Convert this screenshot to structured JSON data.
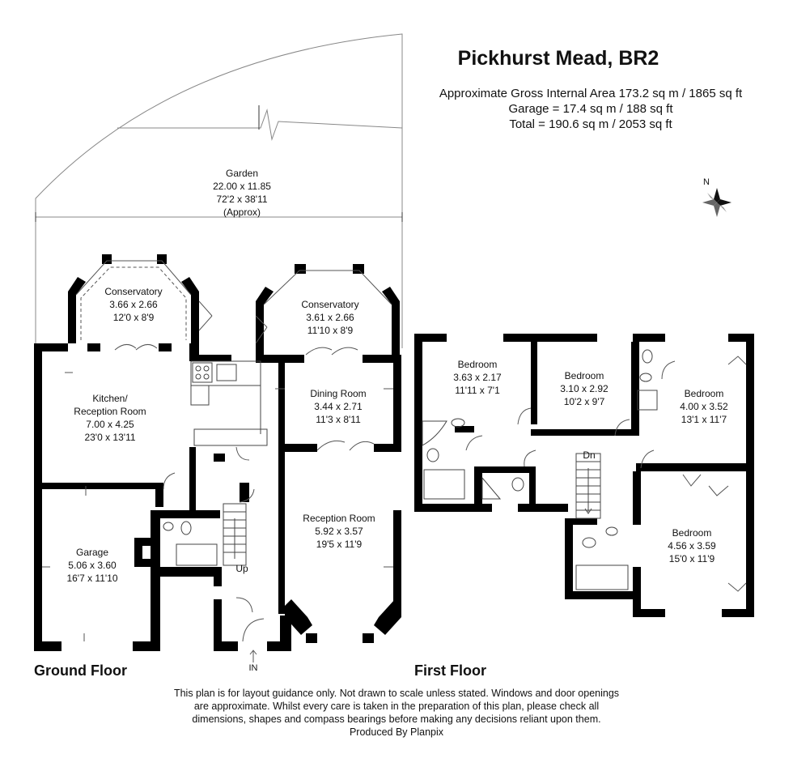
{
  "header": {
    "title": "Pickhurst Mead, BR2",
    "area_lines": [
      "Approximate Gross Internal Area 173.2 sq m / 1865 sq ft",
      "Garage = 17.4 sq m / 188 sq ft",
      "Total = 190.6 sq m / 2053 sq ft"
    ]
  },
  "compass": {
    "label": "N"
  },
  "ground_floor": {
    "label": "Ground Floor",
    "rooms": [
      {
        "name": "Garden",
        "lines": [
          "Garden",
          "22.00 x 11.85",
          "72'2 x 38'11",
          "(Approx)"
        ]
      },
      {
        "name": "Conservatory-left",
        "lines": [
          "Conservatory",
          "3.66 x 2.66",
          "12'0 x 8'9"
        ]
      },
      {
        "name": "Conservatory-right",
        "lines": [
          "Conservatory",
          "3.61 x 2.66",
          "11'10 x 8'9"
        ]
      },
      {
        "name": "Kitchen",
        "lines": [
          "Kitchen/",
          "Reception Room",
          "7.00 x 4.25",
          "23'0 x 13'11"
        ]
      },
      {
        "name": "Dining",
        "lines": [
          "Dining Room",
          "3.44 x 2.71",
          "11'3 x 8'11"
        ]
      },
      {
        "name": "Reception",
        "lines": [
          "Reception Room",
          "5.92 x 3.57",
          "19'5 x 11'9"
        ]
      },
      {
        "name": "Garage",
        "lines": [
          "Garage",
          "5.06 x 3.60",
          "16'7 x 11'10"
        ]
      }
    ],
    "stair_label": "Up",
    "entrance_label": "IN"
  },
  "first_floor": {
    "label": "First Floor",
    "rooms": [
      {
        "name": "Bedroom-1",
        "lines": [
          "Bedroom",
          "3.63 x 2.17",
          "11'11 x 7'1"
        ]
      },
      {
        "name": "Bedroom-2",
        "lines": [
          "Bedroom",
          "3.10 x 2.92",
          "10'2 x 9'7"
        ]
      },
      {
        "name": "Bedroom-3",
        "lines": [
          "Bedroom",
          "4.00 x 3.52",
          "13'1 x 11'7"
        ]
      },
      {
        "name": "Bedroom-4",
        "lines": [
          "Bedroom",
          "4.56 x 3.59",
          "15'0 x 11'9"
        ]
      }
    ],
    "stair_label": "Dn"
  },
  "disclaimer": {
    "lines": [
      "This plan is for layout guidance only. Not drawn to scale unless stated. Windows and door openings",
      "are approximate. Whilst every care is taken in the preparation of this plan, please check all",
      "dimensions, shapes and compass bearings before making any decisions reliant upon them.",
      "Produced By Planpix"
    ]
  }
}
